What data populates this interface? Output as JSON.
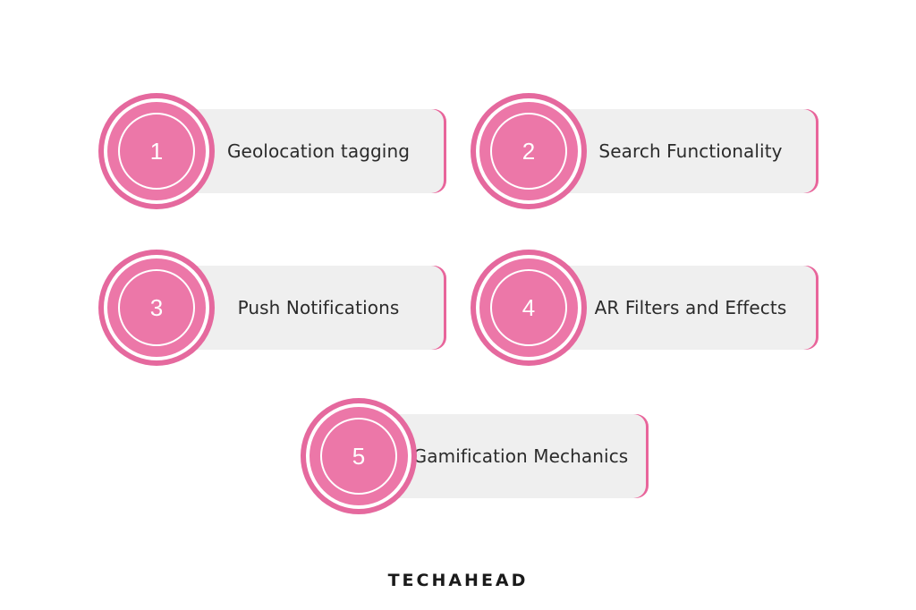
{
  "features": [
    {
      "number": "1",
      "label": "Geolocation tagging"
    },
    {
      "number": "2",
      "label": "Search Functionality"
    },
    {
      "number": "3",
      "label": "Push Notifications"
    },
    {
      "number": "4",
      "label": "AR Filters and Effects"
    },
    {
      "number": "5",
      "label": "Gamification Mechanics"
    }
  ],
  "brand": {
    "logo_text": "TECHAHEAD"
  },
  "colors": {
    "accent_pink": "#ec77a8",
    "accent_pink_dark": "#e5699e",
    "pill_background": "#efefef",
    "text": "#2b2b2b"
  }
}
